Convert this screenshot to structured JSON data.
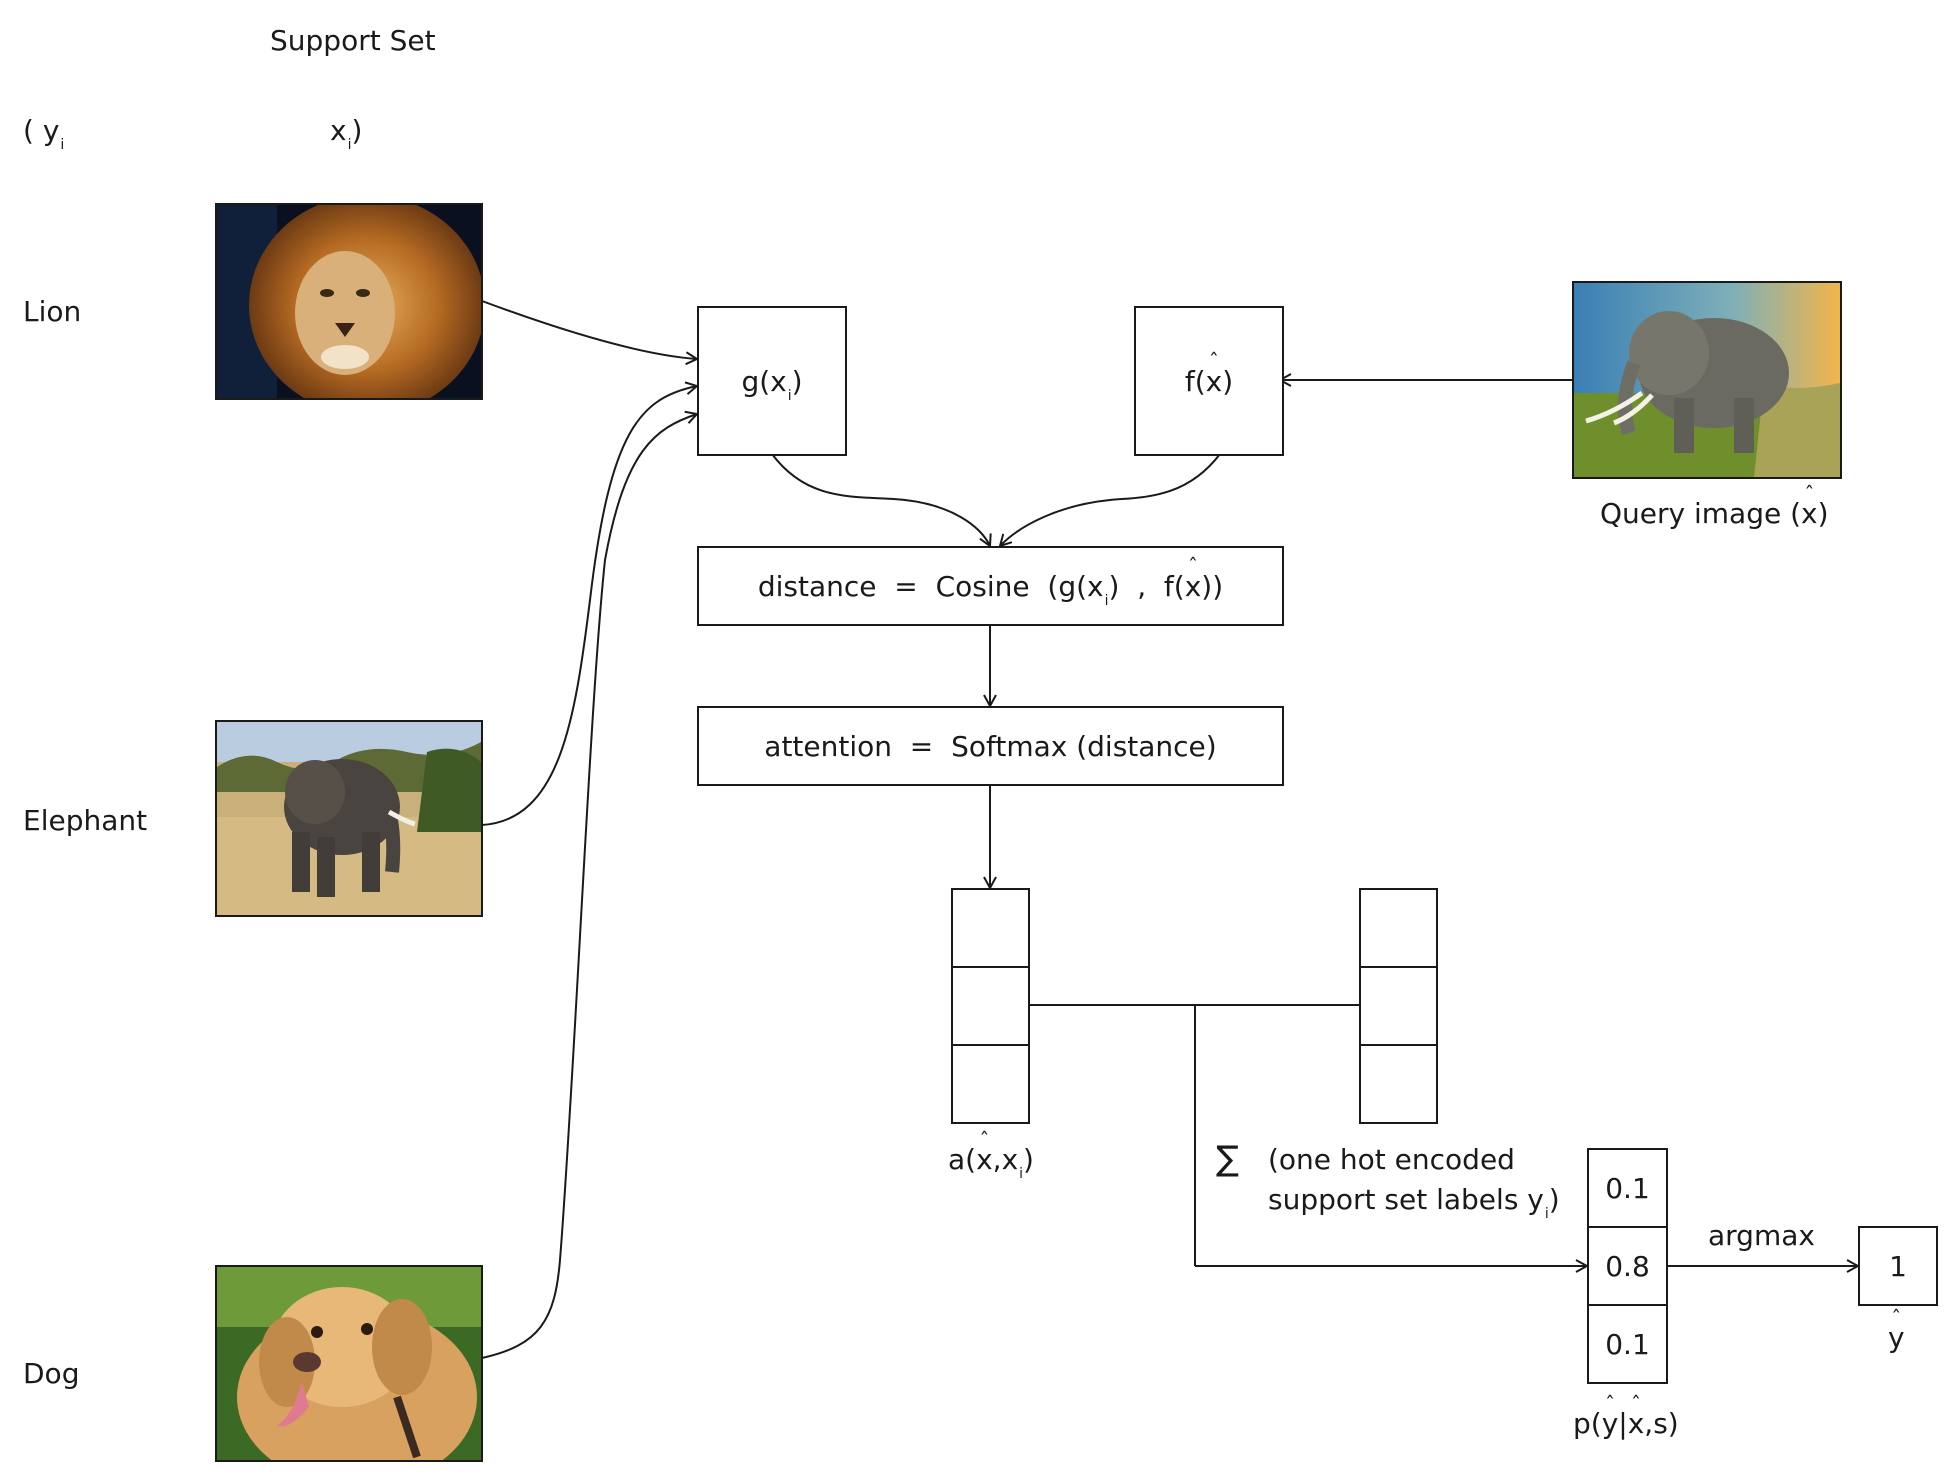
{
  "support_set": {
    "title": "Support Set",
    "tuple": {
      "open": "( y",
      "open_sub": "i",
      "x": "x",
      "x_sub": "i",
      "close": ")"
    },
    "items": [
      {
        "label": "Lion"
      },
      {
        "label": "Elephant"
      },
      {
        "label": "Dog"
      }
    ]
  },
  "query": {
    "caption": "Query image (",
    "caption_var": "x",
    "caption_close": ")"
  },
  "g_box": {
    "text": "g(x",
    "sub": "i",
    "close": ")"
  },
  "f_box": {
    "text": "f(",
    "var": "x",
    "close": ")"
  },
  "distance_box": {
    "prefix": "distance  =  Cosine  (g(x",
    "sub": "i",
    "mid": ")  ,  f(",
    "var": "x",
    "suffix": "))"
  },
  "attention_box": {
    "text": "attention  =  Softmax (distance)"
  },
  "attention_vector": {
    "caption": "a(",
    "caption_var": "x",
    "caption_mid": ",x",
    "caption_sub": "i",
    "caption_close": ")"
  },
  "sum_note": {
    "symbol": "∑",
    "line1": "(one hot encoded",
    "line2": "support set labels y",
    "line2_sub": "i",
    "line2_close": ")"
  },
  "probabilities": {
    "values": [
      "0.1",
      "0.8",
      "0.1"
    ],
    "caption_open": "p(",
    "caption_y": "y",
    "caption_bar": "|",
    "caption_x": "x",
    "caption_close": ",s)"
  },
  "argmax": {
    "label": "argmax"
  },
  "output": {
    "value": "1",
    "caption": "y"
  }
}
